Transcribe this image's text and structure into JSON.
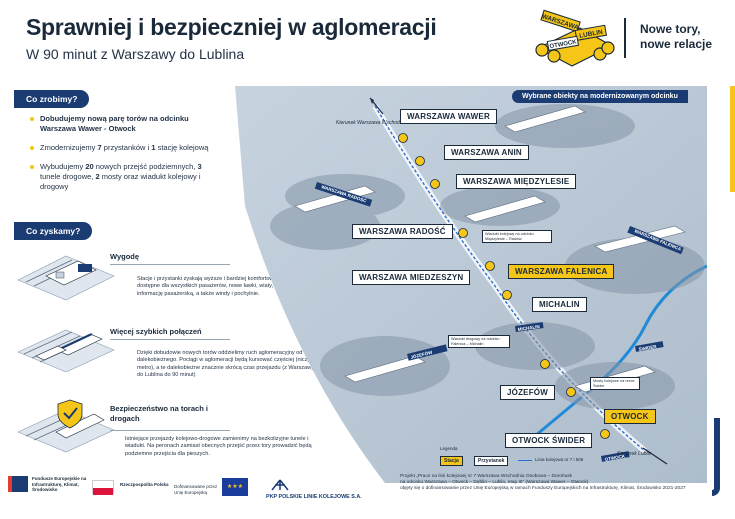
{
  "header": {
    "title": "Sprawniej i bezpieczniej w aglomeracji",
    "subtitle": "W 90 minut z Warszawy do Lublina",
    "tagline_line1": "Nowe tory,",
    "tagline_line2": "nowe relacje",
    "logo_signs": [
      "WARSZAWA",
      "LUBLIN",
      "OTWOCK"
    ]
  },
  "co_zrobimy": {
    "label": "Co zrobimy?",
    "items": [
      {
        "pre": "",
        "bold": "Dobudujemy nową parę torów na odcinku Warszawa Wawer - Otwock",
        "post": ""
      },
      {
        "pre": "Zmodernizujemy ",
        "bold": "7",
        "mid": " przystanków i ",
        "bold2": "1",
        "post": " stację kolejową"
      },
      {
        "pre": "Wybudujemy ",
        "bold": "20",
        "mid": " nowych przejść podziemnych, ",
        "bold2": "3",
        "mid2": " tunele drogowe, ",
        "bold3": "2",
        "post": " mosty oraz wiadukt kolejowy i drogowy"
      }
    ]
  },
  "co_zyskamy": {
    "label": "Co zyskamy?",
    "benefits": [
      {
        "title": "Wygodę",
        "text": "Stacje i przystanki zyskają wyższe i bardziej komfortowe perony dostępne dla wszystkich pasażerów, nowe ławki, wiaty, czytelną informację pasażerską, a także windy i pochylnie."
      },
      {
        "title": "Więcej szybkich połączeń",
        "text": "Dzięki dobudowie nowych torów oddzielimy ruch aglomeracyjny od dalekobieżnego. Pociągi w aglomeracji będą kursować częściej (niczym metro), a te dalekobieżne znacznie skrócą czas przejazdu (z Warszawy do Lublina do 90 minut)"
      },
      {
        "title": "Bezpieczeństwo na torach i drogach",
        "text": "Istniejące przejazdy kolejowo-drogowe zamienimy na bezkolizyjne tunele i wiadukt. Na peronach zamiast obecnych przejść przez tory prowadzić będą podziemne przejścia dla pieszych."
      }
    ]
  },
  "map": {
    "label": "Wybrane obiekty na modernizowanym odcinku",
    "direction_top": "Kierunek Warszawa Wschodnia",
    "direction_bottom": "Kierunek Lublin",
    "stations": [
      {
        "name": "WARSZAWA WAWER",
        "type": "stop"
      },
      {
        "name": "WARSZAWA ANIN",
        "type": "stop"
      },
      {
        "name": "WARSZAWA MIĘDZYLESIE",
        "type": "stop"
      },
      {
        "name": "WARSZAWA RADOŚĆ",
        "type": "stop"
      },
      {
        "name": "WARSZAWA MIEDZESZYN",
        "type": "stop"
      },
      {
        "name": "WARSZAWA FALENICA",
        "type": "station"
      },
      {
        "name": "MICHALIN",
        "type": "stop"
      },
      {
        "name": "JÓZEFÓW",
        "type": "stop"
      },
      {
        "name": "OTWOCK",
        "type": "station"
      },
      {
        "name": "OTWOCK ŚWIDER",
        "type": "stop"
      }
    ],
    "annotations": [
      "Wiadukt kolejowy na odcinku Międzylesie – Radość",
      "Wiadukt drogowy na odcinku Falenica – Michalin",
      "Mosty kolejowe na rzece Świder"
    ],
    "building_signs": [
      "WARSZAWA RADOŚĆ",
      "WARSZAWA FALENICA",
      "JÓZEFÓW",
      "MICHALIN",
      "ŚWIDER",
      "OTWOCK"
    ],
    "legend": {
      "title": "Legenda",
      "stacja": "Stacja",
      "przystanek": "Przystanek",
      "line": "Linia kolejowa nr 7 i 506"
    }
  },
  "footer": {
    "logos": [
      {
        "text": "Fundusze Europejskie na Infrastrukturę, Klimat, Środowisko"
      },
      {
        "text": "Rzeczpospolita Polska"
      },
      {
        "text": "Dofinansowane przez Unię Europejską"
      },
      {
        "text": "PKP POLSKIE LINIE KOLEJOWE S.A."
      }
    ],
    "project_line1": "Projekt „Prace na linii kolejowej nr 7 Warszawa Wschodnia Osobowa – Dorohusk",
    "project_line2": "na odcinku Warszawa – Otwock – Dęblin – Lublin, etap III\" (Warszawa Wawer – Otwock)",
    "project_line3": "objęty się o dofinansowanie przez Unię Europejską w ramach Funduszy Europejskich na Infrastrukturę, Klimat, Środowisko 2021-2027"
  },
  "colors": {
    "navy": "#1a3c73",
    "yellow": "#f5c518",
    "map_bg": "#b9c7d6"
  }
}
